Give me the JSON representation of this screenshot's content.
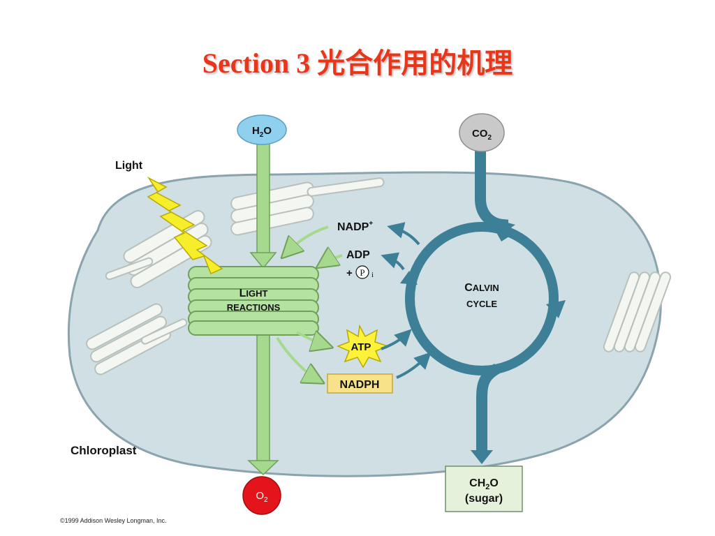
{
  "slide": {
    "title": "Section 3 光合作用的机理"
  },
  "diagram": {
    "inputs": {
      "water": {
        "base": "H",
        "sub": "2",
        "tail": "O"
      },
      "carbon_dioxide": {
        "base": "CO",
        "sub": "2"
      }
    },
    "outputs": {
      "oxygen": {
        "base": "O",
        "sub": "2"
      },
      "sugar": {
        "line1_base": "CH",
        "line1_sub": "2",
        "line1_tail": "O",
        "line2": "(sugar)"
      }
    },
    "light_label": "Light",
    "chloroplast_label": "Chloroplast",
    "light_reactions": {
      "line1_cap": "L",
      "line1_rest": "IGHT",
      "line2": "REACTIONS"
    },
    "calvin_cycle": {
      "line1_cap": "C",
      "line1_rest": "ALVIN",
      "line2": "CYCLE"
    },
    "carriers": {
      "nadp": "NADP",
      "nadp_sup": "+",
      "adp": "ADP",
      "pi_prefix": "+",
      "pi_symbol": "P",
      "pi_sub": "i",
      "atp": "ATP",
      "nadph": "NADPH"
    },
    "copyright": "©1999 Addison Wesley Longman, Inc.",
    "colors": {
      "title": "#e8361b",
      "stroma": "#cfdfe3",
      "membrane": "#8aa3ad",
      "light_arrow": "#a6d98e",
      "calvin": "#3d7f96",
      "water": "#8ed0ee",
      "co2": "#c9c9c9",
      "oxygen": "#e3141a",
      "atp": "#fff23a",
      "nadph": "#f7e28a",
      "bolt": "#f6ee2a",
      "sugar_box": "#e6f1dc"
    }
  }
}
